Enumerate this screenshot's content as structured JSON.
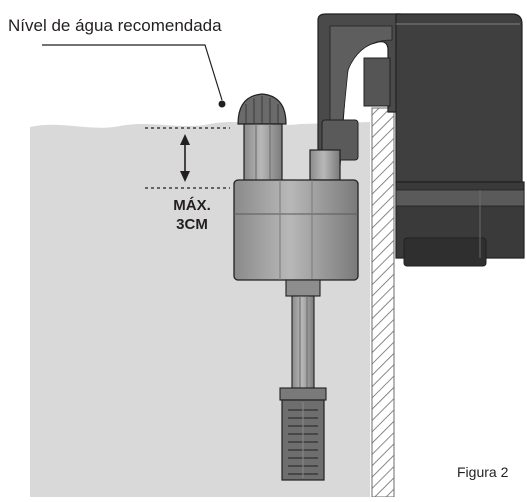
{
  "callout": {
    "text": "Nível de água recomendada"
  },
  "measurement": {
    "line1": "MÁX.",
    "line2": "3CM"
  },
  "caption": {
    "text": "Figura 2"
  },
  "colors": {
    "water": "#d9d9d9",
    "device_dark": "#4a4a4a",
    "device_mid": "#6e6e6e",
    "device_light": "#9a9a9a",
    "outline": "#231f20",
    "wall_hatch": "#6b6b6b"
  }
}
